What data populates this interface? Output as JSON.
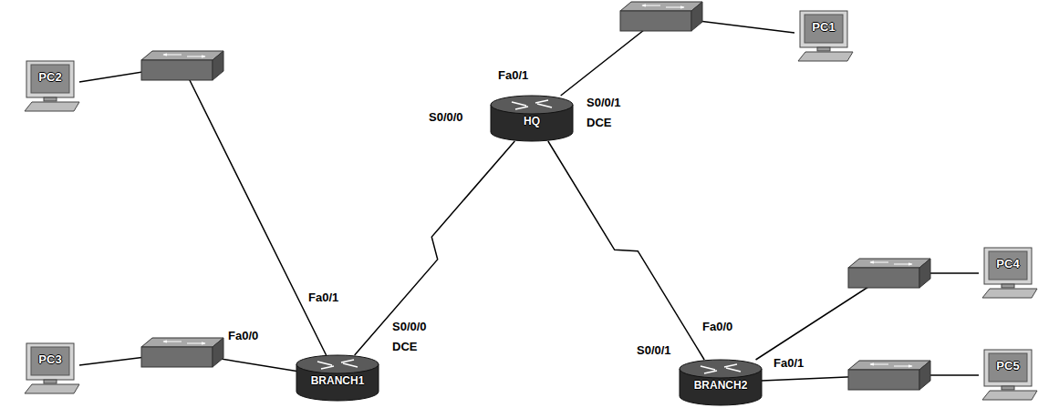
{
  "diagram": {
    "nodes": [
      {
        "text": [
          "HQ"
        ]
      },
      {
        "text": [
          "PC1"
        ]
      },
      {
        "text": [
          "BRANCH1"
        ]
      },
      {
        "text": [
          "PC2"
        ]
      },
      {
        "text": [
          "PC3"
        ]
      },
      {
        "text": [
          "BRANCH2"
        ]
      },
      {
        "text": [
          "PC4"
        ]
      },
      {
        "text": [
          "PC5"
        ]
      }
    ],
    "edges": [
      {
        "from": 0,
        "to": 2,
        "arrow": "none"
      },
      {
        "from": 0,
        "to": 5,
        "arrow": "none"
      },
      {
        "from": 0,
        "to": 1,
        "arrow": "none"
      },
      {
        "from": 2,
        "to": 3,
        "arrow": "none"
      },
      {
        "from": 2,
        "to": 4,
        "arrow": "none"
      },
      {
        "from": 5,
        "to": 6,
        "arrow": "none"
      },
      {
        "from": 5,
        "to": 7,
        "arrow": "none"
      }
    ],
    "labels": [
      "Fa0/1",
      "S0/0/0",
      "S0/0/1",
      "DCE",
      "Fa0/1",
      "Fa0/0",
      "S0/0/0",
      "DCE",
      "S0/0/1",
      "Fa0/0",
      "Fa0/1"
    ]
  }
}
